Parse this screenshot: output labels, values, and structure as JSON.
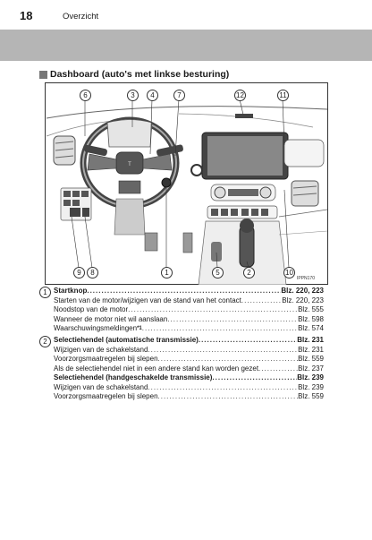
{
  "header": {
    "page_number": "18",
    "chapter": "Overzicht"
  },
  "section": {
    "title": "Dashboard (auto's met linkse besturing)"
  },
  "illustration": {
    "code": "IPPN170",
    "callouts": [
      "6",
      "3",
      "4",
      "7",
      "12",
      "11",
      "9",
      "8",
      "1",
      "5",
      "2",
      "10"
    ]
  },
  "items": [
    {
      "number": "1",
      "entries": [
        {
          "label": "Startknop",
          "page": "Blz. 220, 223",
          "bold": true
        },
        {
          "label": "Starten van de motor/wijzigen van de stand van het contact",
          "page": "Blz. 220, 223",
          "bold": false
        },
        {
          "label": "Noodstop van de motor",
          "page": "Blz. 555",
          "bold": false
        },
        {
          "label": "Wanneer de motor niet wil aanslaan",
          "page": "Blz. 598",
          "bold": false
        },
        {
          "label": "Waarschuwingsmeldingen",
          "sup": "*1",
          "page": "Blz. 574",
          "bold": false
        }
      ]
    },
    {
      "number": "2",
      "entries": [
        {
          "label": "Selectiehendel (automatische transmissie)",
          "page": "Blz. 231",
          "bold": true
        },
        {
          "label": "Wijzigen van de schakelstand",
          "page": "Blz. 231",
          "bold": false
        },
        {
          "label": "Voorzorgsmaatregelen bij slepen",
          "page": "Blz. 559",
          "bold": false
        },
        {
          "label": "Als de selectiehendel niet in een andere stand kan worden gezet",
          "page": "Blz. 237",
          "bold": false
        },
        {
          "label": "Selectiehendel (handgeschakelde transmissie)",
          "page": "Blz. 239",
          "bold": true
        },
        {
          "label": "Wijzigen van de schakelstand",
          "page": "Blz. 239",
          "bold": false
        },
        {
          "label": "Voorzorgsmaatregelen bij slepen",
          "page": "Blz. 559",
          "bold": false
        }
      ]
    }
  ]
}
